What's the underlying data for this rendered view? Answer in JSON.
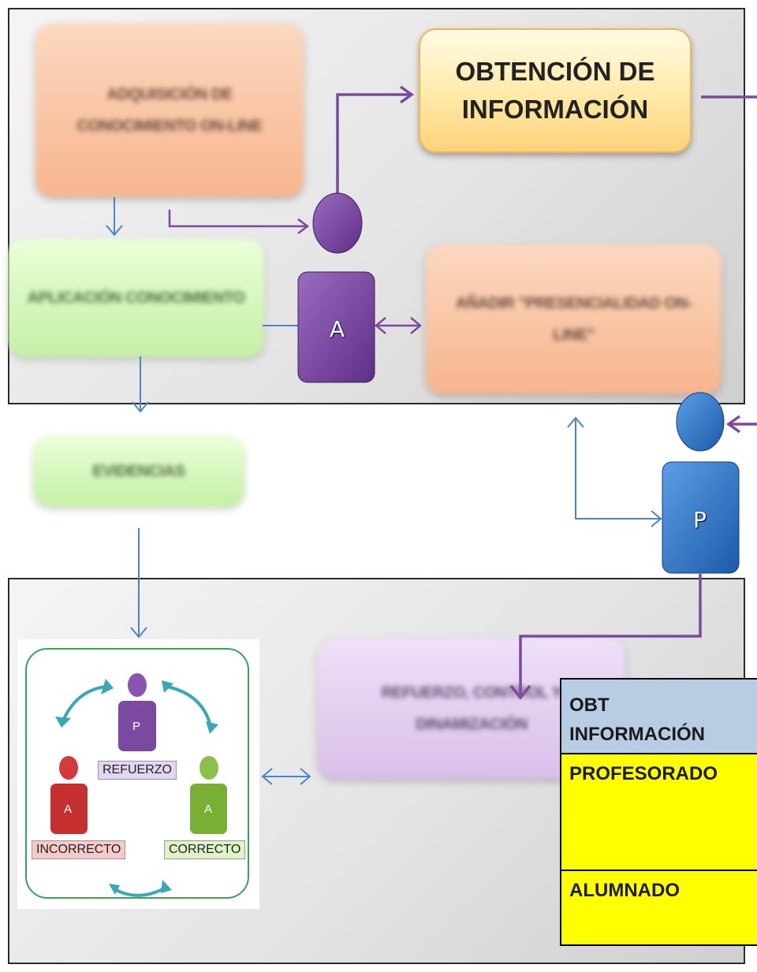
{
  "boxes": {
    "adquisicion": "ADQUISICIÓN DE CONOCIMIENTO ON-LINE",
    "obtencion": "OBTENCIÓN DE INFORMACIÓN",
    "aplicacion": "APLICACIÓN CONOCIMIENTO",
    "anadir": "AÑADIR \"PRESENCIALIDAD ON-LINE\"",
    "evidencias": "EVIDENCIAS",
    "refuerzo": "REFUERZO, CONTROL Y DINAMIZACIÓN"
  },
  "figures": {
    "student_letter": "A",
    "teacher_letter": "P"
  },
  "inset": {
    "p_letter": "P",
    "a_left_letter": "A",
    "a_right_letter": "A",
    "refuerzo_tag": "REFUERZO",
    "incorrecto_tag": "INCORRECTO",
    "correcto_tag": "CORRECTO"
  },
  "legend": {
    "header": "OBT INFORMACIÓN",
    "profesorado": "PROFESORADO",
    "alumnado": "ALUMNADO"
  },
  "colors": {
    "purple": "#7b4a9e",
    "blue": "#2e75c8",
    "arrow_blue": "#4a86c5",
    "legend_header": "#b8cce4",
    "legend_fill": "#ffff00"
  }
}
